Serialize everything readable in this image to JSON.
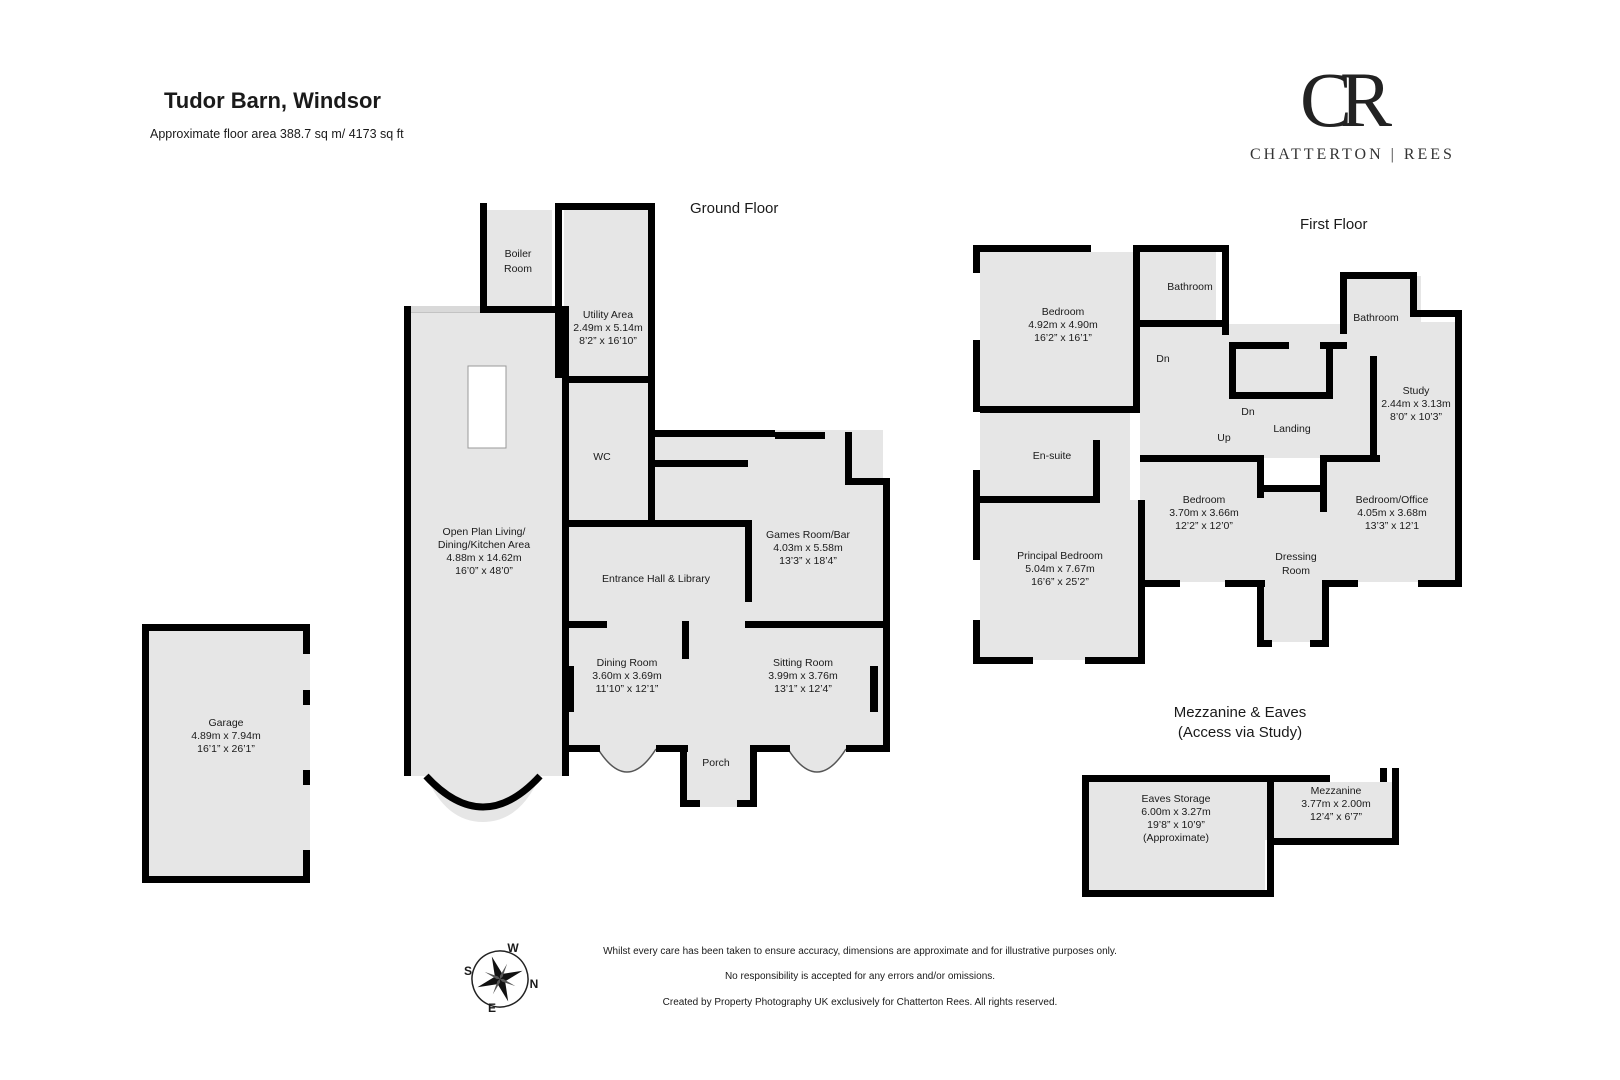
{
  "header": {
    "title": "Tudor Barn, Windsor",
    "subtitle": "Approximate floor area 388.7 sq m/ 4173 sq ft"
  },
  "brand": {
    "monogram": "CR",
    "name": "CHATTERTON | REES"
  },
  "floors": {
    "ground": "Ground Floor",
    "first": "First Floor",
    "mezzanine_line1": "Mezzanine & Eaves",
    "mezzanine_line2": "(Access via Study)"
  },
  "rooms": {
    "boiler": {
      "name": "Boiler",
      "name2": "Room"
    },
    "utility": {
      "name": "Utility Area",
      "metric": "2.49m x 5.14m",
      "imperial": "8’2” x 16’10”"
    },
    "open_plan": {
      "name": "Open Plan Living/",
      "name2": "Dining/Kitchen Area",
      "metric": "4.88m x 14.62m",
      "imperial": "16’0” x 48’0”"
    },
    "wc": {
      "name": "WC"
    },
    "games": {
      "name": "Games Room/Bar",
      "metric": "4.03m x 5.58m",
      "imperial": "13’3” x 18’4”"
    },
    "entrance": {
      "name": "Entrance Hall & Library"
    },
    "dining": {
      "name": "Dining Room",
      "metric": "3.60m x 3.69m",
      "imperial": "11’10” x 12’1”"
    },
    "sitting": {
      "name": "Sitting Room",
      "metric": "3.99m x 3.76m",
      "imperial": "13’1” x 12’4”"
    },
    "porch": {
      "name": "Porch"
    },
    "garage": {
      "name": "Garage",
      "metric": "4.89m x 7.94m",
      "imperial": "16’1” x 26’1”"
    },
    "bedroom1": {
      "name": "Bedroom",
      "metric": "4.92m x 4.90m",
      "imperial": "16’2” x 16’1”"
    },
    "bathroom1": {
      "name": "Bathroom"
    },
    "bathroom2": {
      "name": "Bathroom"
    },
    "study": {
      "name": "Study",
      "metric": "2.44m x 3.13m",
      "imperial": "8’0” x 10’3”"
    },
    "landing": {
      "name": "Landing"
    },
    "ensuite": {
      "name": "En-suite"
    },
    "principal": {
      "name": "Principal Bedroom",
      "metric": "5.04m x 7.67m",
      "imperial": "16’6” x 25’2”"
    },
    "bedroom2": {
      "name": "Bedroom",
      "metric": "3.70m x 3.66m",
      "imperial": "12’2” x 12’0”"
    },
    "dressing": {
      "name": "Dressing",
      "name2": "Room"
    },
    "bedroom_office": {
      "name": "Bedroom/Office",
      "metric": "4.05m x 3.68m",
      "imperial": "13’3” x 12’1"
    },
    "eaves": {
      "name": "Eaves Storage",
      "metric": "6.00m x 3.27m",
      "imperial": "19’8” x 10’9”",
      "note": "(Approximate)"
    },
    "mezzanine": {
      "name": "Mezzanine",
      "metric": "3.77m x 2.00m",
      "imperial": "12’4” x 6’7”"
    }
  },
  "stairs": {
    "dn1": "Dn",
    "dn2": "Dn",
    "up": "Up"
  },
  "compass": {
    "n": "N",
    "s": "S",
    "e": "E",
    "w": "W"
  },
  "disclaimer": {
    "line1": "Whilst every care has been taken to ensure accuracy, dimensions are approximate and for illustrative purposes only.",
    "line2": "No responsibility is accepted for any errors and/or omissions.",
    "line3": "Created by Property Photography UK exclusively for Chatterton Rees. All rights reserved."
  }
}
